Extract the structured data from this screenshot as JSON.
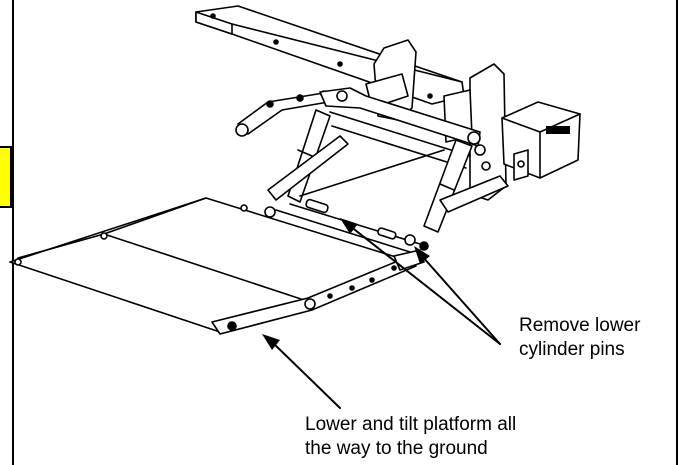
{
  "callouts": {
    "remove_pins": [
      "Remove lower",
      "cylinder pins"
    ],
    "lower_tilt": [
      "Lower and tilt platform all",
      "the way to the ground"
    ]
  },
  "colors": {
    "line": "#000000",
    "tab": "#ffff00",
    "background": "#ffffff"
  },
  "icons": [
    "wheelchair-lift-drawing",
    "arrow-pointer"
  ]
}
